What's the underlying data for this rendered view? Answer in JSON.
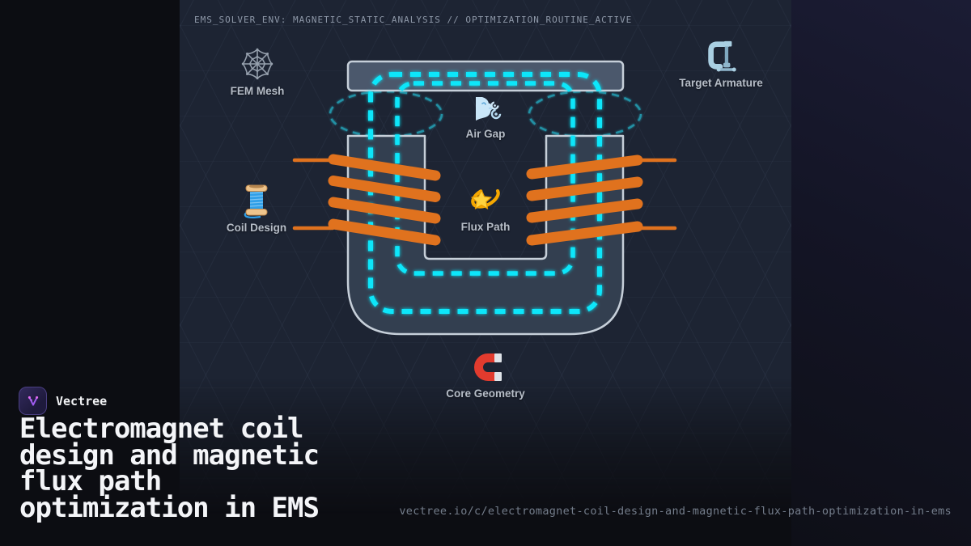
{
  "solver_banner": "EMS_SOLVER_ENV: MAGNETIC_STATIC_ANALYSIS // OPTIMIZATION_ROUTINE_ACTIVE",
  "diagram": {
    "nodes": [
      {
        "id": "fem-mesh",
        "label": "FEM Mesh",
        "icon": "mesh-web-icon"
      },
      {
        "id": "target-armature",
        "label": "Target Armature",
        "icon": "clamp-icon"
      },
      {
        "id": "air-gap",
        "label": "Air Gap",
        "icon": "wind-face-icon"
      },
      {
        "id": "coil-design",
        "label": "Coil Design",
        "icon": "thread-spool-icon"
      },
      {
        "id": "flux-path",
        "label": "Flux Path",
        "icon": "dizzy-star-icon"
      },
      {
        "id": "core-geometry",
        "label": "Core Geometry",
        "icon": "magnet-icon"
      }
    ],
    "colors": {
      "flux_path": "#10e6fa",
      "fringing_field": "#2391a5",
      "coil_copper": "#e0721e",
      "core_fill": "#333f50",
      "core_stroke": "#c6cfd9",
      "armature_fill": "#4b586c",
      "panel_bg": "#1d2433"
    }
  },
  "branding": {
    "site_name": "Vectree",
    "title_lines": [
      "Electromagnet coil",
      "design and magnetic",
      "flux path",
      "optimization in EMS"
    ],
    "url": "vectree.io/c/electromagnet-coil-design-and-magnetic-flux-path-optimization-in-ems"
  }
}
